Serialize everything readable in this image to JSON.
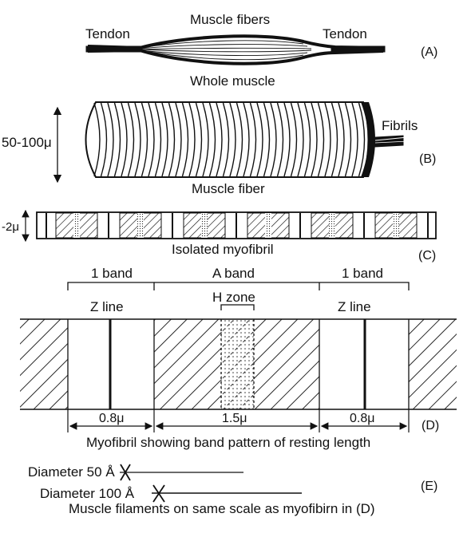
{
  "panel_a": {
    "tendon_left": "Tendon",
    "tendon_right": "Tendon",
    "muscle_fibers": "Muscle fibers",
    "whole_muscle": "Whole muscle",
    "letter": "(A)"
  },
  "panel_b": {
    "diameter": "50-100μ",
    "fibrils": "Fibrils",
    "muscle_fiber": "Muscle fiber",
    "letter": "(B)"
  },
  "panel_c": {
    "width": "-2μ",
    "caption": "Isolated myofibril",
    "letter": "(C)"
  },
  "panel_d": {
    "i_band_left": "1 band",
    "a_band": "A band",
    "i_band_right": "1 band",
    "z_line_left": "Z line",
    "h_zone": "H zone",
    "z_line_right": "Z line",
    "dim_left": "0.8μ",
    "dim_middle": "1.5μ",
    "dim_right": "0.8μ",
    "caption": "Myofibril showing band pattern of resting length",
    "letter": "(D)"
  },
  "panel_e": {
    "diameter_50": "Diameter 50 Å",
    "diameter_100": "Diameter 100 Å",
    "caption": "Muscle filaments on same scale as myofibirn in (D)",
    "letter": "(E)"
  }
}
